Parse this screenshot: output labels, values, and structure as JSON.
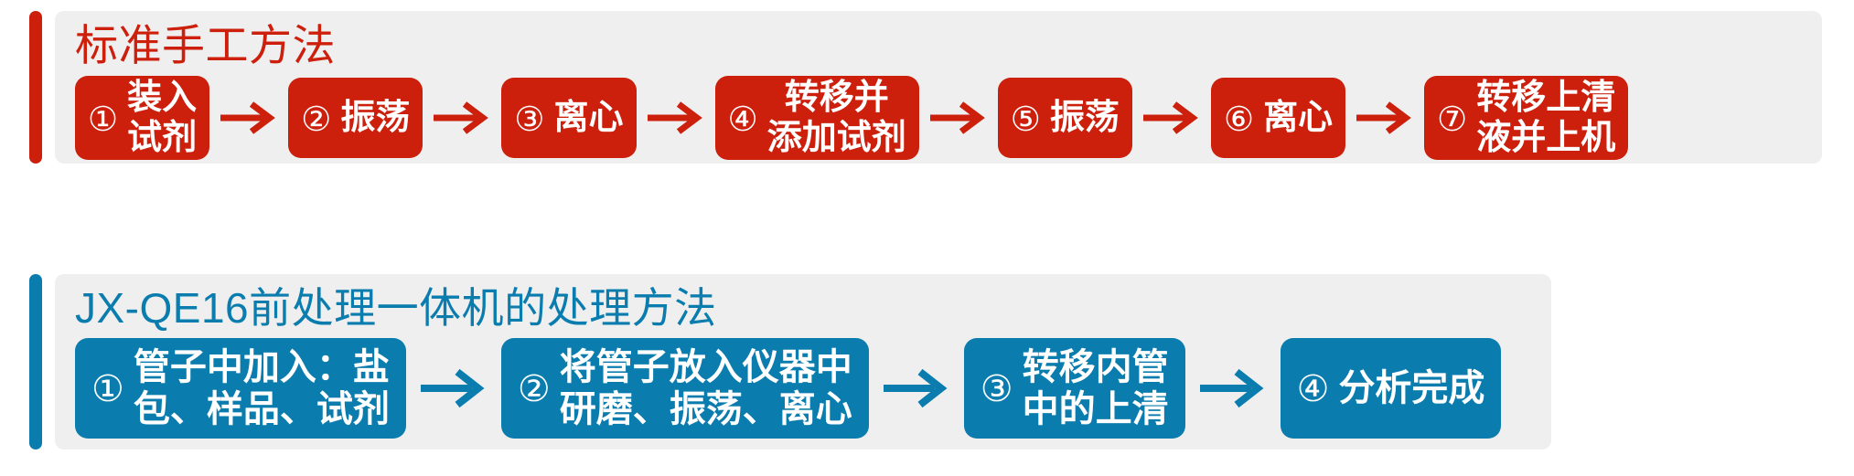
{
  "colors": {
    "red": "#CC1F0C",
    "blue": "#0A7CAE",
    "panel_bg": "#EFEFEF",
    "page_bg": "#FFFFFF",
    "step_text": "#FFFFFF"
  },
  "sections": [
    {
      "id": "manual",
      "title": "标准手工方法",
      "accent": "#CC1F0C",
      "arrow_glyph": "→",
      "steps": [
        {
          "number": "①",
          "label": "装入\n试剂"
        },
        {
          "number": "②",
          "label": "振荡"
        },
        {
          "number": "③",
          "label": "离心"
        },
        {
          "number": "④",
          "label": "转移并\n添加试剂"
        },
        {
          "number": "⑤",
          "label": "振荡"
        },
        {
          "number": "⑥",
          "label": "离心"
        },
        {
          "number": "⑦",
          "label": "转移上清\n液并上机"
        }
      ]
    },
    {
      "id": "instrument",
      "title": "JX-QE16前处理一体机的处理方法",
      "accent": "#0A7CAE",
      "arrow_glyph": "→",
      "steps": [
        {
          "number": "①",
          "label": "管子中加入：盐\n包、样品、试剂"
        },
        {
          "number": "②",
          "label": "将管子放入仪器中\n研磨、振荡、离心"
        },
        {
          "number": "③",
          "label": "转移内管\n中的上清"
        },
        {
          "number": "④",
          "label": "分析完成"
        }
      ]
    }
  ]
}
